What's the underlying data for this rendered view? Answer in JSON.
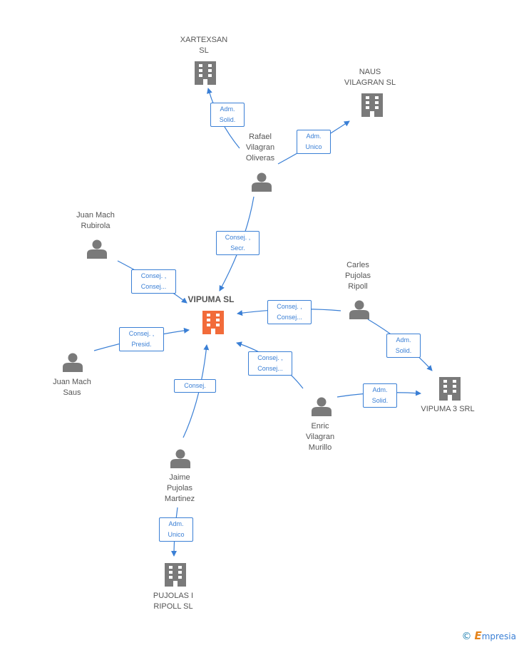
{
  "nodes": {
    "xartexsan": "XARTEXSAN\nSL",
    "naus": "NAUS\nVILAGRAN SL",
    "rafael": "Rafael\nVilagran\nOliveras",
    "juan_rubirola": "Juan Mach\nRubirola",
    "vipuma": "VIPUMA SL",
    "carles": "Carles\nPujolas\nRipoll",
    "juan_saus": "Juan Mach\nSaus",
    "vipuma3": "VIPUMA 3 SRL",
    "enric": "Enric\nVilagran\nMurillo",
    "jaime": "Jaime\nPujolas\nMartinez",
    "pujolas": "PUJOLAS I\nRIPOLL SL"
  },
  "relations": {
    "r1": "Adm.\nSolid.",
    "r2": "Adm.\nUnico",
    "r3": "Consej. ,\nSecr.",
    "r4": "Consej. ,\nConsej...",
    "r5": "Consej. ,\nConsej...",
    "r6": "Consej. ,\nPresid.",
    "r7": "Adm.\nSolid.",
    "r8": "Consej. ,\nConsej...",
    "r9": "Consej.",
    "r10": "Adm.\nSolid.",
    "r11": "Adm.\nUnico"
  },
  "colors": {
    "edge": "#3a7fd5",
    "building": "#7a7a7a",
    "focus_building": "#f26b3a",
    "person": "#7a7a7a"
  },
  "brand": {
    "copyright": "©",
    "e": "E",
    "name": "mpresia"
  }
}
